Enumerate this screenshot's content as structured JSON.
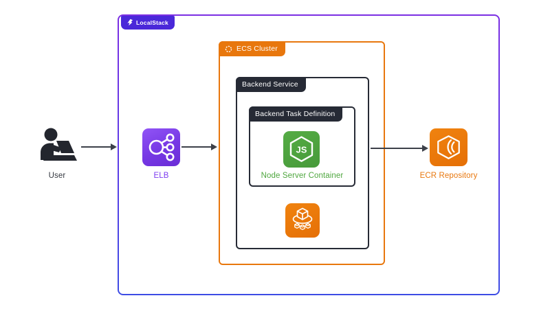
{
  "diagram": {
    "user": {
      "label": "User"
    },
    "elb": {
      "label": "ELB"
    },
    "localstack": {
      "label": "LocalStack"
    },
    "ecs_cluster": {
      "label": "ECS Cluster"
    },
    "backend_service": {
      "label": "Backend Service"
    },
    "backend_task_definition": {
      "label": "Backend Task Definition"
    },
    "node_container": {
      "label": "Node Server Container",
      "glyph_text": "JS"
    },
    "ecr_repository": {
      "label": "ECR Repository"
    },
    "colors": {
      "localstack_tab": "#4a28d9",
      "localstack_border_top": "#7b2ee3",
      "localstack_border_bottom": "#3d4ce4",
      "aws_orange": "#e8770d",
      "dark_label": "#262a35",
      "node_green": "#4fa73f",
      "elb_purple": "#7c3bf0",
      "arrow": "#3c4049",
      "background": "#ffffff"
    }
  }
}
